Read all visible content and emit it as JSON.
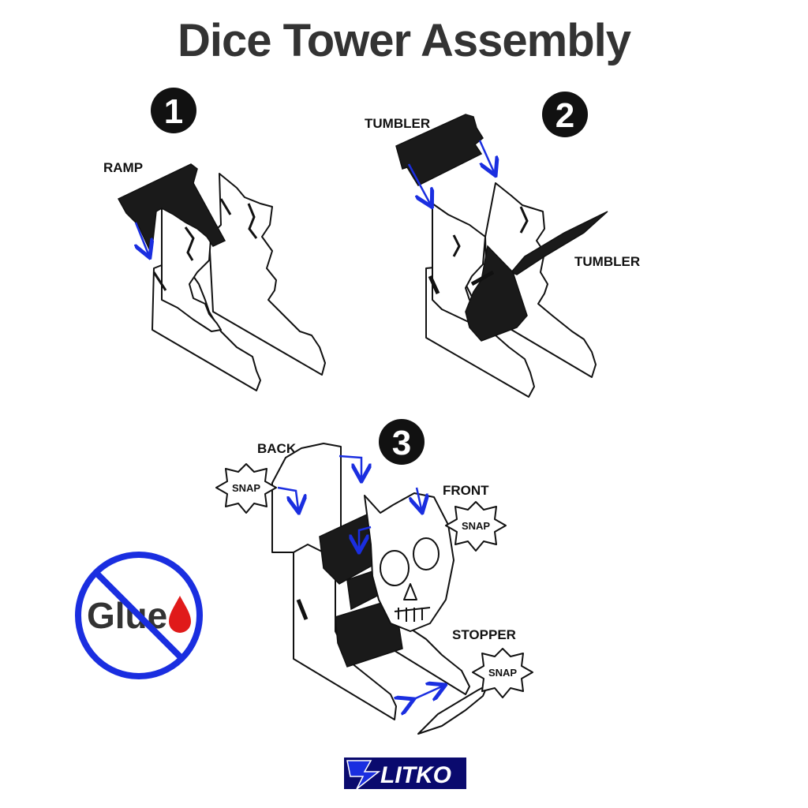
{
  "title": "Dice Tower Assembly",
  "steps": [
    {
      "number": "1",
      "labels": [
        "RAMP"
      ]
    },
    {
      "number": "2",
      "labels": [
        "TUMBLER",
        "TUMBLER"
      ]
    },
    {
      "number": "3",
      "labels": [
        "BACK",
        "FRONT",
        "STOPPER"
      ]
    }
  ],
  "snap_label": "SNAP",
  "no_glue": {
    "text": "Glue",
    "ring_color": "#1a2ee0",
    "drop_color": "#e01a1a"
  },
  "logo": {
    "text": "LITKO",
    "color": "#1a2ee0"
  },
  "colors": {
    "arrow": "#1a2ee0",
    "part_fill": "#1a1a1a"
  }
}
